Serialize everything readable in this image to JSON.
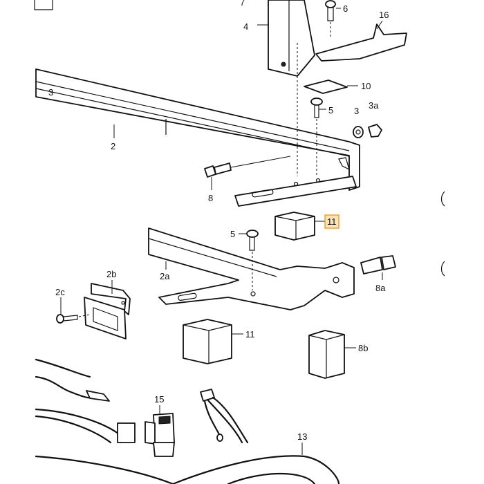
{
  "labels": {
    "c1": "3",
    "c2": "2",
    "c3": "4",
    "c4": "7",
    "c5": "6",
    "c6": "16",
    "c7": "10",
    "c8": "5",
    "c9": "3",
    "c10": "3a",
    "c11": "8",
    "c12": "11",
    "c13": "5",
    "c14": "2a",
    "c15": "2b",
    "c16": "2c",
    "c17": "8a",
    "c18": "11",
    "c19": "8b",
    "c20": "15",
    "c21": "13"
  },
  "highlight": {
    "color": "#f0a030",
    "fill": "#fde3b5"
  }
}
